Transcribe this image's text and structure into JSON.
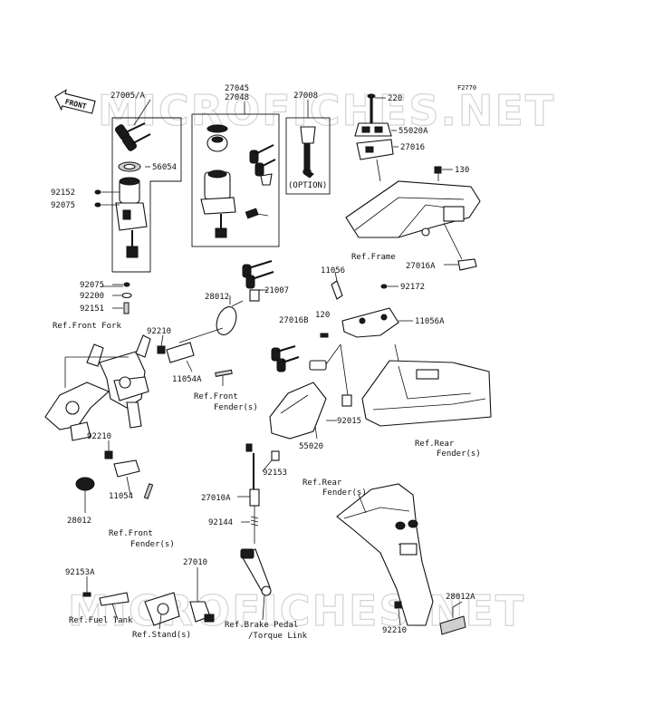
{
  "diagram": {
    "code": "F2770",
    "front_arrow": "FRONT",
    "watermark": "MICROFICHES.NET",
    "labels": {
      "p27005A": "27005/A",
      "p27045": "27045",
      "p27048": "27048",
      "p27008": "27008",
      "option": "(OPTION)",
      "p220": "220",
      "p55020A": "55020A",
      "p27016": "27016",
      "p130": "130",
      "p56054": "56054",
      "p92152": "92152",
      "p92075a": "92075",
      "refFrame": "Ref.Frame",
      "p27016A": "27016A",
      "p92075b": "92075",
      "p92200": "92200",
      "p92151": "92151",
      "p28012a": "28012",
      "p21007": "21007",
      "p11056": "11056",
      "p92172": "92172",
      "refFrontFork": "Ref.Front Fork",
      "p92210a": "92210",
      "p27016B": "27016B",
      "p120": "120",
      "p11056A": "11056A",
      "p11054A": "11054A",
      "refFrontFender1a": "Ref.Front",
      "refFrontFender1b": "Fender(s)",
      "p92015": "92015",
      "refRearFender1a": "Ref.Rear",
      "refRearFender1b": "Fender(s)",
      "p92210b": "92210",
      "p55020": "55020",
      "p92153": "92153",
      "p11054": "11054",
      "refRearFender2a": "Ref.Rear",
      "refRearFender2b": "Fender(s)",
      "p27010A": "27010A",
      "p28012b": "28012",
      "p92144": "92144",
      "refFrontFender2a": "Ref.Front",
      "refFrontFender2b": "Fender(s)",
      "p27010": "27010",
      "p92153A": "92153A",
      "p28012A": "28012A",
      "refFuelTank": "Ref.Fuel Tank",
      "refBrakePedal1": "Ref.Brake Pedal",
      "refBrakePedal2": "/Torque Link",
      "refStand": "Ref.Stand(s)",
      "p92210c": "92210"
    }
  }
}
